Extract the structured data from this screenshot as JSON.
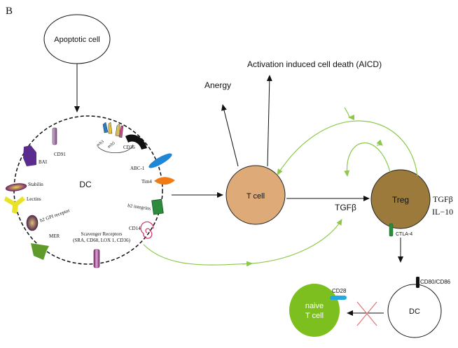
{
  "panel_letter": "B",
  "nodes": {
    "apoptotic_cell": "Apoptotic cell",
    "dc_main": "DC",
    "t_cell": "T cell",
    "treg": "Treg",
    "naive_t_cell_line1": "naive",
    "naive_t_cell_line2": "T cell",
    "dc_small": "DC"
  },
  "outcomes": {
    "anergy": "Anergy",
    "aicd": "Activation induced cell death (AICD)"
  },
  "cytokines": {
    "tgfb_center": "TGFβ",
    "treg_tgfb": "TGFβ",
    "treg_il10": "IL−10"
  },
  "receptors": {
    "cd91": "CD91",
    "avb3": "avb3",
    "avb5": "avb5",
    "cd36": "CD36",
    "abc1": "ABC-1",
    "tim4": "Tim4",
    "b2_integrins": "b2 integrins",
    "cd14": "CD14",
    "scavenger_line1": "Scavenger Receptors",
    "scavenger_line2": "(SRA, CD68, LOX 1, CD36)",
    "mer": "MER",
    "b2_gpi": "b2 GPI receptor",
    "lectins": "Lectins",
    "stabilin": "Stabilin",
    "bai": "BAI",
    "ctla4": "CTLA-4",
    "cd28": "CD28",
    "cd80_cd86": "CD80/CD86"
  },
  "colors": {
    "t_cell_fill": "#deaa77",
    "treg_fill": "#9b7a3b",
    "naive_fill": "#7cbf1e",
    "green_arrow": "#8cc84b",
    "cross": "#e07a7a"
  }
}
